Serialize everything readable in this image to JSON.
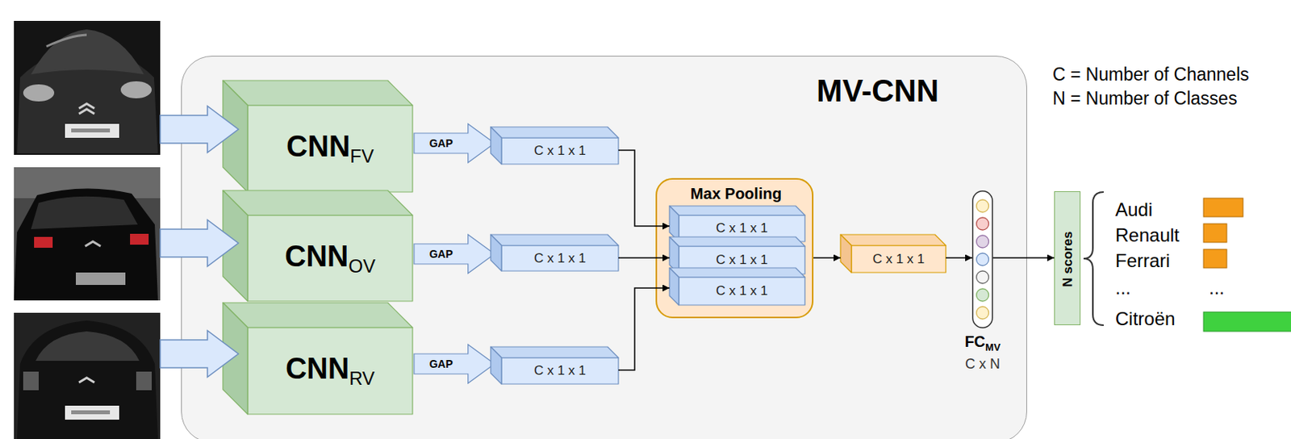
{
  "diagram": {
    "nodes": [
      {
        "text": [
          "MV-CNN"
        ]
      },
      {
        "text": [
          "CNN",
          "FV"
        ],
        "in": 0
      },
      {
        "text": [
          "GAP"
        ],
        "in": 0
      },
      {
        "text": [
          "C x 1 x 1"
        ],
        "in": 0
      },
      {
        "text": [
          "CNN",
          "OV"
        ],
        "in": 0
      },
      {
        "text": [
          "GAP"
        ],
        "in": 0
      },
      {
        "text": [
          "C x 1 x 1"
        ],
        "in": 0
      },
      {
        "text": [
          "CNN",
          "RV"
        ],
        "in": 0
      },
      {
        "text": [
          "GAP"
        ],
        "in": 0
      },
      {
        "text": [
          "C x 1 x 1"
        ],
        "in": 0
      },
      {
        "text": [
          "Max Pooling"
        ],
        "in": 0
      },
      {
        "text": [
          "C x 1 x 1"
        ],
        "in": 10
      },
      {
        "text": [
          "C x 1 x 1"
        ],
        "in": 10
      },
      {
        "text": [
          "C x 1 x 1"
        ],
        "in": 10
      },
      {
        "text": [
          "C x 1 x 1"
        ],
        "in": 0
      },
      {
        "text": [
          "FC",
          "MV",
          "C x N"
        ],
        "in": 0
      },
      {
        "text": [
          "N scores"
        ]
      }
    ],
    "edges": [
      {
        "from": 3,
        "to": 11,
        "arrow": "to"
      },
      {
        "from": 6,
        "to": 12,
        "arrow": "to"
      },
      {
        "from": 9,
        "to": 13,
        "arrow": "to"
      },
      {
        "from": 10,
        "to": 14,
        "arrow": "to"
      },
      {
        "from": 14,
        "to": 15,
        "arrow": "to"
      },
      {
        "from": 15,
        "to": 16,
        "arrow": "to"
      }
    ],
    "labels": [
      "C = Number of Channels",
      "N = Number of Classes",
      "Audi",
      "Renault",
      "Ferrari",
      "...",
      "Citroën",
      "..."
    ]
  }
}
